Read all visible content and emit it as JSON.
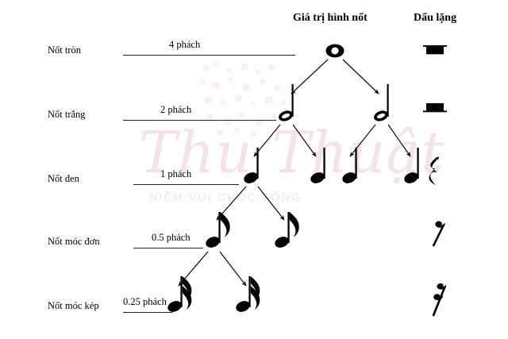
{
  "headers": {
    "value_column": "Giá trị hình nốt",
    "rest_column": "Dấu lặng"
  },
  "watermark": {
    "script": "Thu Thuật",
    "tagline": "NIỀM VUI CUỘC SỐNG"
  },
  "rows": [
    {
      "name": "Nốt tròn",
      "beats": "4 phách",
      "note_icon": "whole-note",
      "rest_icon": "whole-rest",
      "count": 1
    },
    {
      "name": "Nốt trắng",
      "beats": "2 phách",
      "note_icon": "half-note",
      "rest_icon": "half-rest",
      "count": 2
    },
    {
      "name": "Nốt đen",
      "beats": "1 phách",
      "note_icon": "quarter-note",
      "rest_icon": "quarter-rest",
      "count": 4
    },
    {
      "name": "Nốt móc đơn",
      "beats": "0.5 phách",
      "note_icon": "eighth-note",
      "rest_icon": "eighth-rest",
      "count": 2
    },
    {
      "name": "Nốt móc kép",
      "beats": "0.25 phách",
      "note_icon": "sixteenth-note",
      "rest_icon": "sixteenth-rest",
      "count": 2
    }
  ],
  "chart_data": {
    "type": "diagram",
    "title": "Giá trị hình nốt",
    "description": "Note-value subdivision tree",
    "categories": [
      "Nốt tròn",
      "Nốt trắng",
      "Nốt đen",
      "Nốt móc đơn",
      "Nốt móc kép"
    ],
    "values": [
      4,
      2,
      1,
      0.5,
      0.25
    ],
    "value_labels": [
      "4 phách",
      "2 phách",
      "1 phách",
      "0.5 phách",
      "0.25 phách"
    ],
    "rendered_note_counts": [
      1,
      2,
      4,
      2,
      2
    ],
    "rests": [
      "whole-rest",
      "half-rest",
      "quarter-rest",
      "eighth-rest",
      "sixteenth-rest"
    ],
    "unit": "phách"
  },
  "colors": {
    "ink": "#000000",
    "rule": "#222222",
    "background": "#ffffff",
    "watermark": "#f3dfe3"
  }
}
